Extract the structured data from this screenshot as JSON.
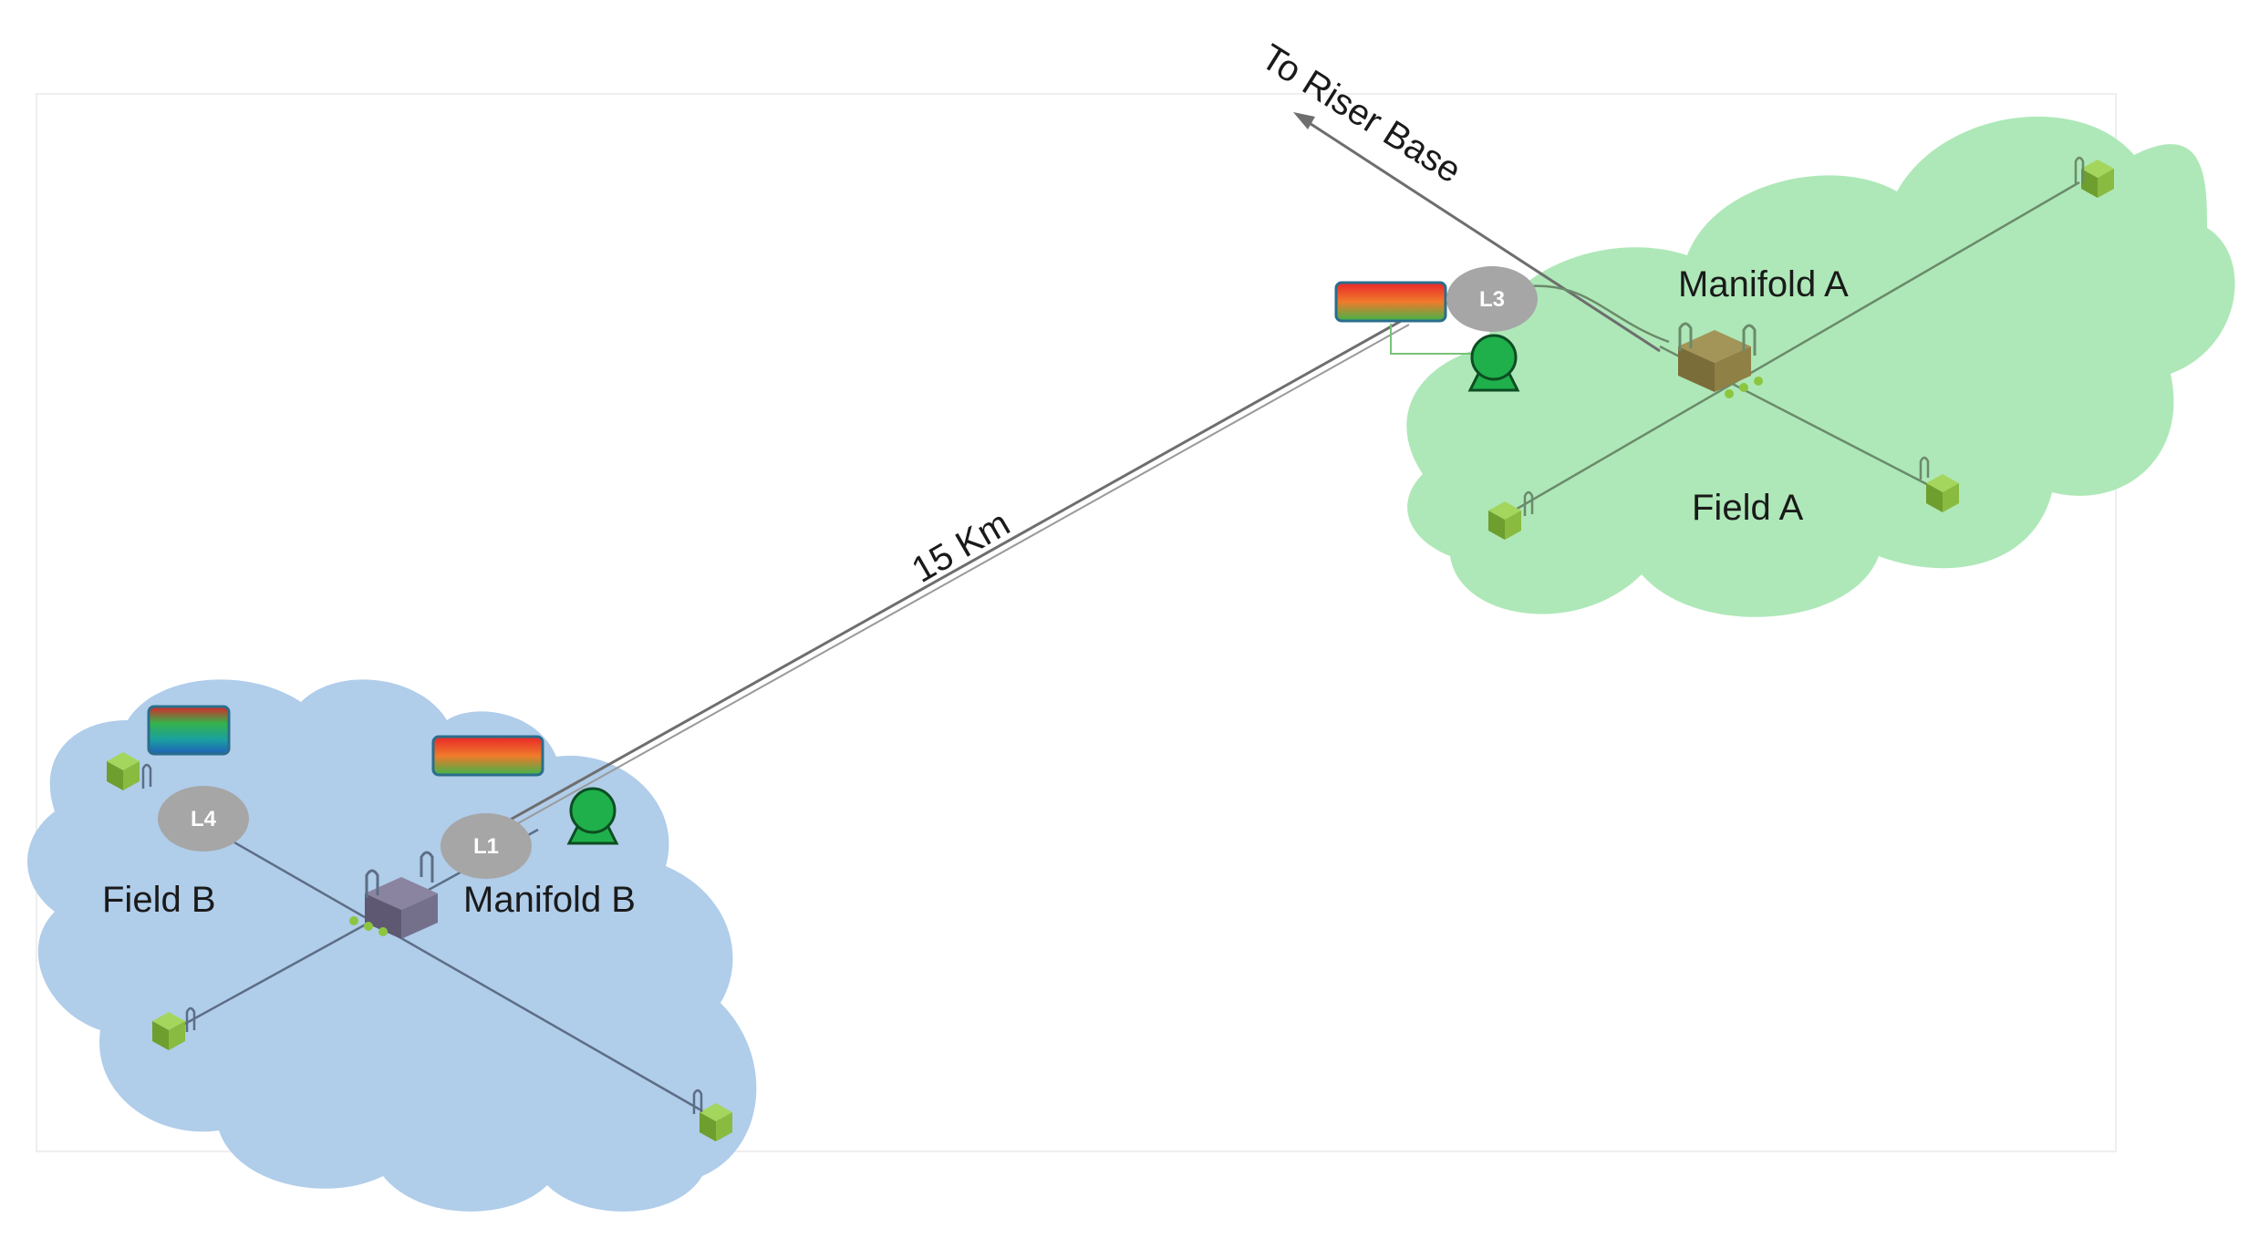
{
  "labels": {
    "to_riser_base": "To Riser Base",
    "distance": "15 Km",
    "manifold_a": "Manifold A",
    "field_a": "Field A",
    "manifold_b": "Manifold B",
    "field_b": "Field B",
    "loop_l1": "L1",
    "loop_l3": "L3",
    "loop_l4": "L4"
  },
  "colors": {
    "field_a_cloud": "#aee8b8",
    "field_b_cloud": "#b0cdea",
    "pipeline": "#6e6e6e",
    "well_green": "#8cc63f",
    "manifold_brown": "#8a7a45",
    "manifold_slate": "#7a7490",
    "pump_green": "#1fb04b",
    "loop_grey": "#a6a6a6"
  }
}
